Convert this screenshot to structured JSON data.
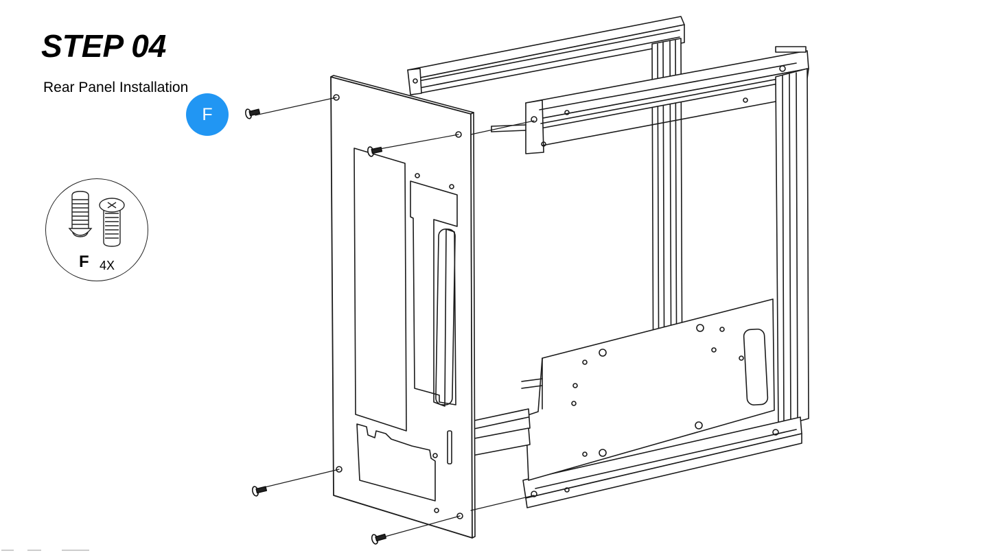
{
  "step": {
    "title": "STEP 04",
    "subtitle": "Rear Panel Installation"
  },
  "callout": {
    "label": "F",
    "color": "#2196f3"
  },
  "parts": {
    "letter": "F",
    "quantity": "4X",
    "icon": "countersunk-screw-icon"
  },
  "illustration": {
    "description_icon": "rear-panel-assembly-icon",
    "screw_count": 4
  }
}
